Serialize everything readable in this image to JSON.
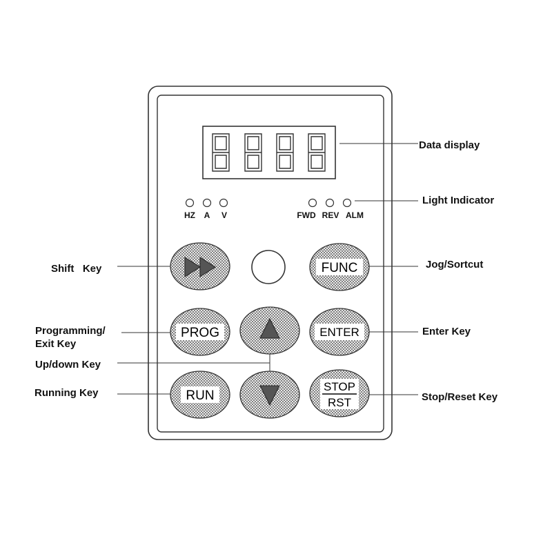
{
  "indicators": {
    "left": [
      "HZ",
      "A",
      "V"
    ],
    "right": [
      "FWD",
      "REV",
      "ALM"
    ]
  },
  "keys": {
    "func": "FUNC",
    "prog": "PROG",
    "enter": "ENTER",
    "run": "RUN",
    "stop": "STOP",
    "rst": "RST"
  },
  "icons": {
    "shift": "double-right-arrow-icon",
    "up": "up-triangle-icon",
    "down": "down-triangle-icon",
    "knob": "potentiometer-knob-icon"
  },
  "callouts": {
    "data_display": "Data display",
    "light_indicator": "Light Indicator",
    "shift_key": "Shift   Key",
    "jog_shortcut": "Jog/Sortcut",
    "programming_line1": "Programming/",
    "programming_line2": "Exit Key",
    "enter_key": "Enter Key",
    "updown_key": "Up/down Key",
    "running_key": "Running Key",
    "stop_reset_key": "Stop/Reset Key"
  }
}
